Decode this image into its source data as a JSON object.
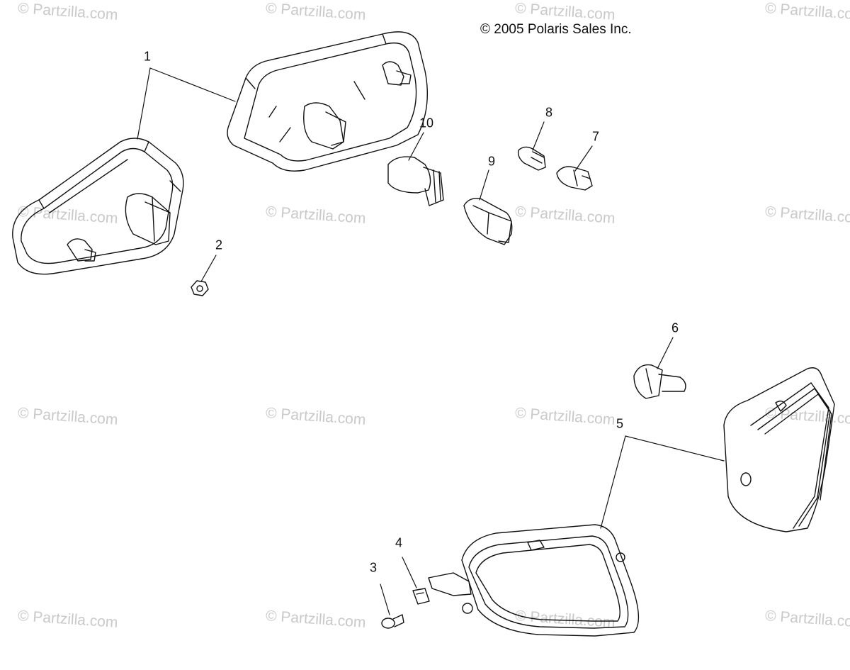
{
  "copyright": "© 2005 Polaris Sales Inc.",
  "watermark": "© Partzilla.com",
  "callouts": {
    "c1": "1",
    "c2": "2",
    "c3": "3",
    "c4": "4",
    "c5": "5",
    "c6": "6",
    "c7": "7",
    "c8": "8",
    "c9": "9",
    "c10": "10"
  }
}
